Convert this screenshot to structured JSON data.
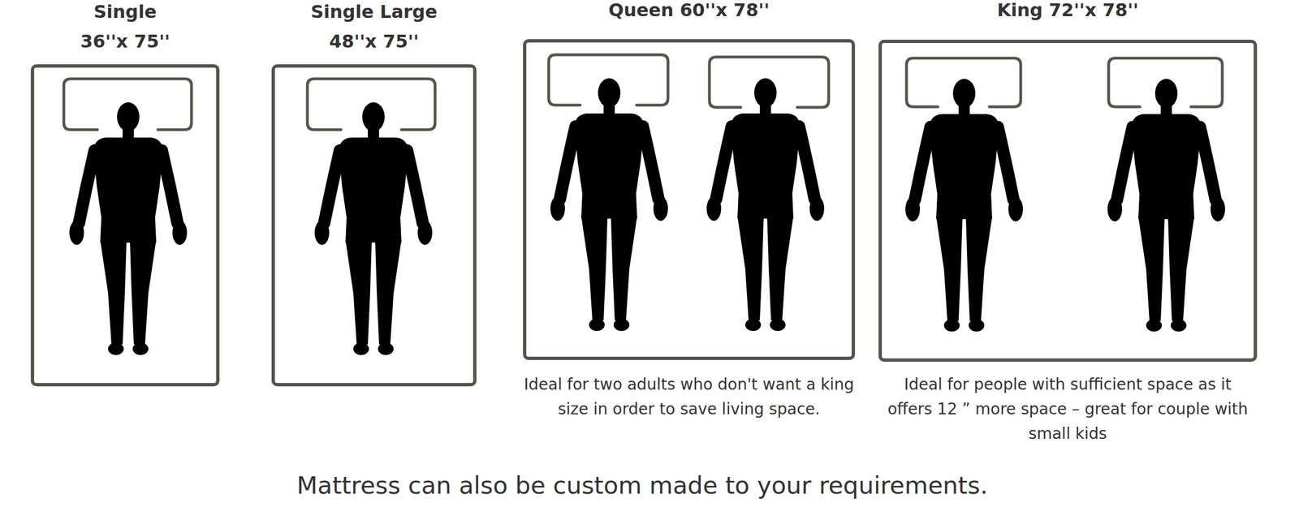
{
  "diagram": {
    "nodes": [
      {
        "text": [
          "Single 36''x 75''"
        ]
      },
      {
        "text": [
          "Single Large 48''x 75''"
        ]
      },
      {
        "text": [
          "Queen 60''x 78''",
          "Ideal for two adults who don't want a king size in order to save living space."
        ]
      },
      {
        "text": [
          "King 72''x 78''",
          "Ideal for people with sufficient space as it offers 12 ” more space – great for couple with small kids"
        ]
      }
    ],
    "caption": "Mattress can also be custom made to your requirements."
  }
}
